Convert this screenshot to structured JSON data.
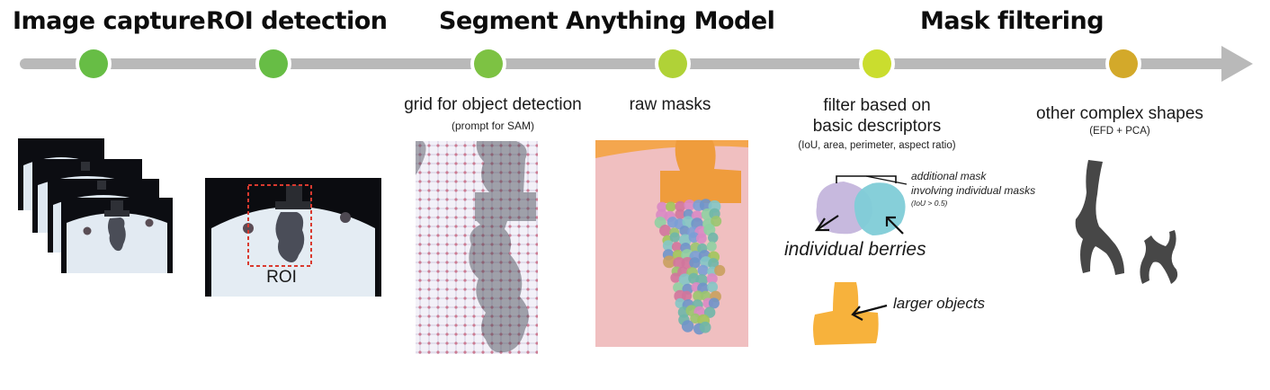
{
  "stages": {
    "image_capture": "Image capture",
    "roi_detection": "ROI detection",
    "sam": "Segment Anything Model",
    "mask_filtering": "Mask filtering"
  },
  "timeline_colors": [
    "#67bd45",
    "#67bd45",
    "#7dc243",
    "#b0d237",
    "#cadd2e",
    "#d3a92a"
  ],
  "roi": {
    "label": "ROI",
    "color": "#d93a2f"
  },
  "grid": {
    "title": "grid for object detection",
    "subtitle": "(prompt for SAM)"
  },
  "raw_masks": {
    "title": "raw masks"
  },
  "filter": {
    "title_line1": "filter based on",
    "title_line2": "basic descriptors",
    "subtitle": "(IoU, area, perimeter, aspect ratio)",
    "annotation_line1": "additional mask",
    "annotation_line2": "involving individual masks",
    "annotation_line3": "(IoU > 0.5)",
    "berries_label": "individual berries",
    "larger_label": "larger objects"
  },
  "complex": {
    "title": "other complex shapes",
    "subtitle": "(EFD + PCA)"
  }
}
